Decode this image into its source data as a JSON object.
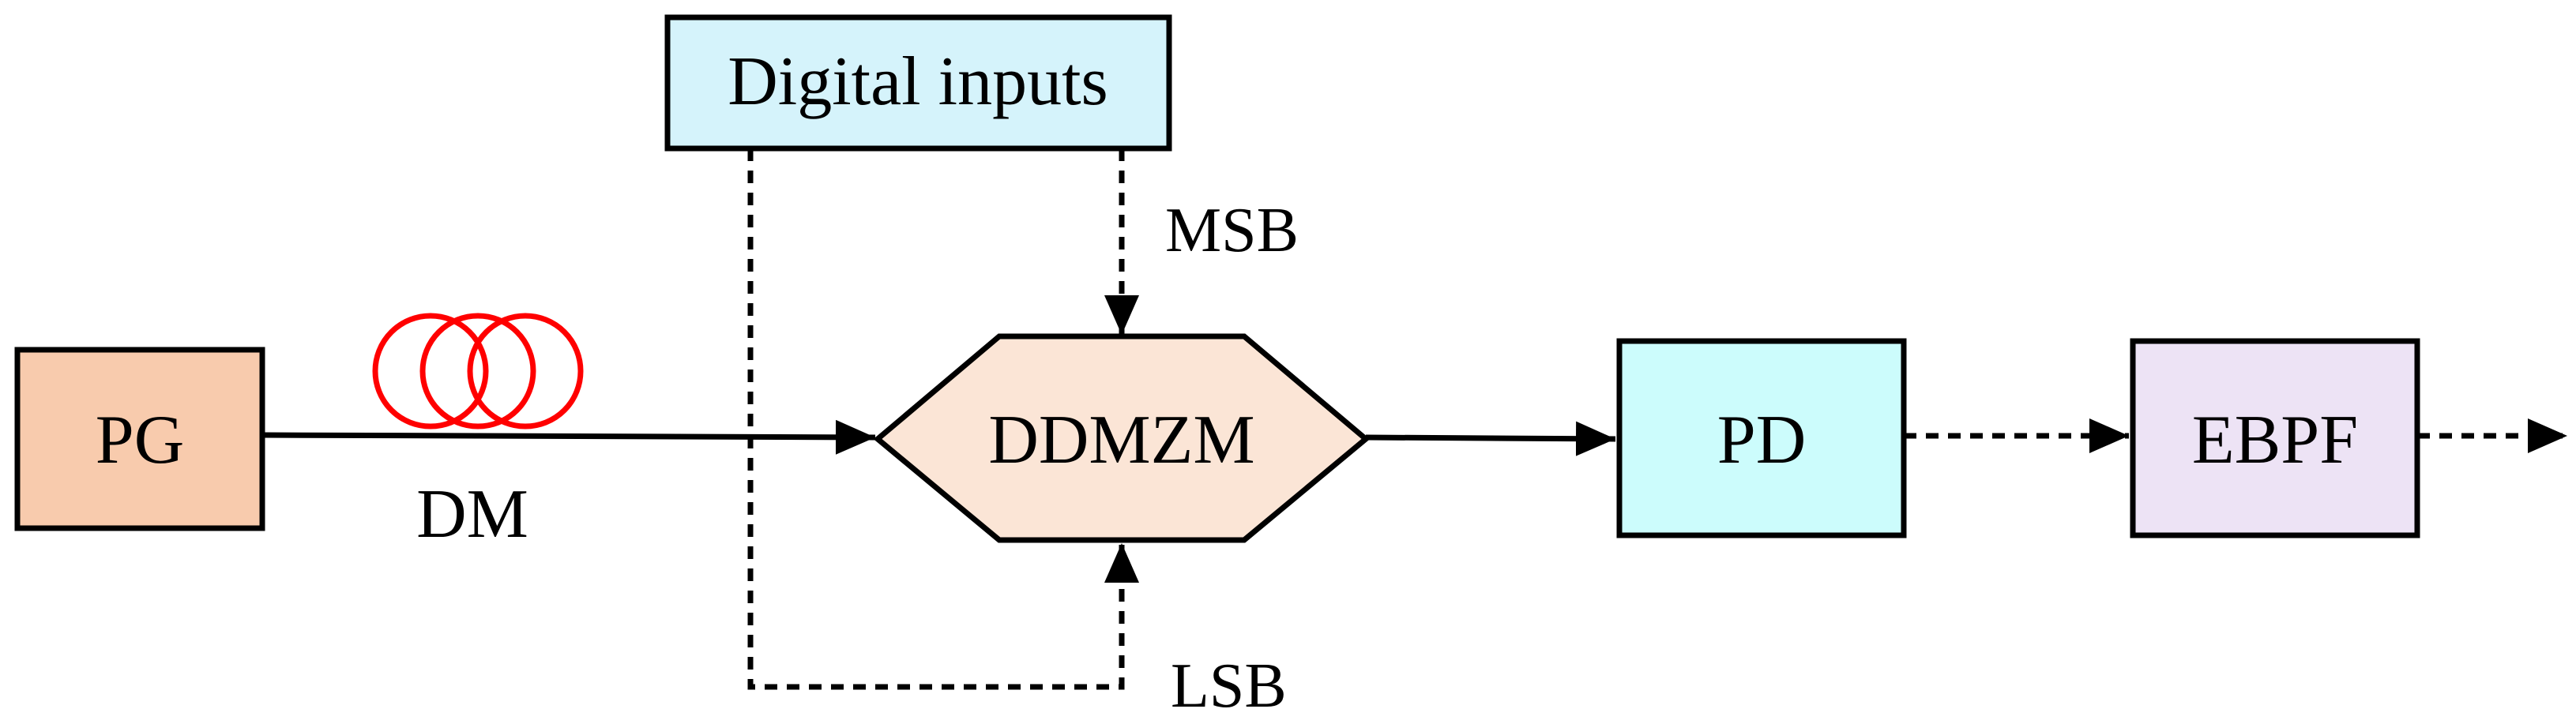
{
  "diagram": {
    "blocks": {
      "pg": {
        "label": "PG",
        "fill": "#F8CBAD"
      },
      "digital_inputs": {
        "label": "Digital inputs",
        "fill": "#D5F3FB"
      },
      "ddmzm": {
        "label": "DDMZM",
        "fill": "#FBE5D6"
      },
      "pd": {
        "label": "PD",
        "fill": "#CCFCFC"
      },
      "ebpf": {
        "label": "EBPF",
        "fill": "#EDE3F5"
      }
    },
    "labels": {
      "dm": "DM",
      "msb": "MSB",
      "lsb": "LSB"
    },
    "colors": {
      "fiber_coil": "#FF0000",
      "stroke": "#000000"
    }
  }
}
